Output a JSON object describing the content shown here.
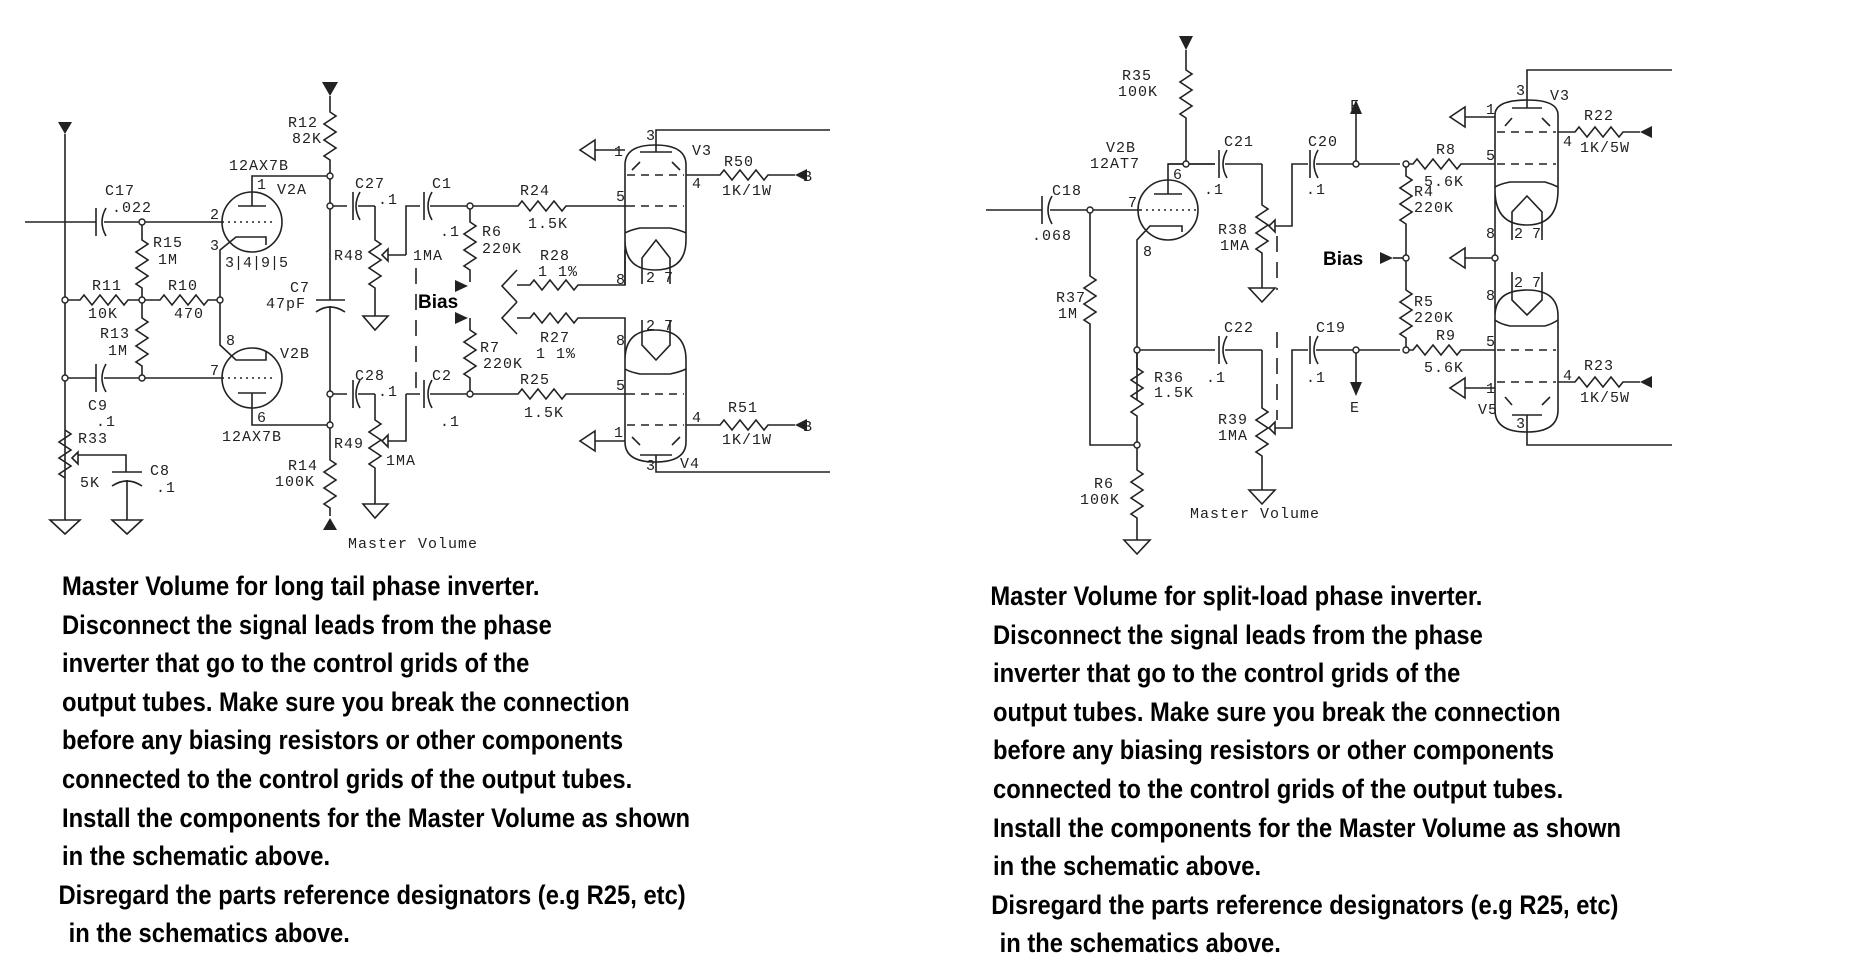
{
  "left_schematic": {
    "title": "Master Volume (long tail phase inverter)",
    "labels": {
      "r12": "R12",
      "r12_val": "82K",
      "tube_top": "12AX7B",
      "v2a": "V2A",
      "c17": "C17",
      "c17_val": ".022",
      "r15": "R15",
      "r15_val": "1M",
      "r11": "R11",
      "r11_val": "10K",
      "r10": "R10",
      "r10_val": "470",
      "r13": "R13",
      "r13_val": "1M",
      "c9": "C9",
      "c9_val": ".1",
      "r33": "R33",
      "r33_val": "5K",
      "c8": "C8",
      "c8_val": ".1",
      "v2b": "V2B",
      "tube_bottom": "12AX7B",
      "c7": "C7",
      "c7_val": "47pF",
      "c27": "C27",
      "c27_val": ".1",
      "c28": "C28",
      "c28_val": ".1",
      "r48": "R48",
      "r48_val": "1MA",
      "r49": "R49",
      "r49_val": "1MA",
      "r14": "R14",
      "r14_val": "100K",
      "c1": "C1",
      "c1_val": ".1",
      "c2": "C2",
      "c2_val": ".1",
      "r6": "R6",
      "r6_val": "220K",
      "r7": "R7",
      "r7_val": "220K",
      "bias": "Bias",
      "r24": "R24",
      "r24_val": "1.5K",
      "r25": "R25",
      "r25_val": "1.5K",
      "r28": "R28",
      "r28_val": "1 1%",
      "r27": "R27",
      "r27_val": "1 1%",
      "v3": "V3",
      "v4": "V4",
      "r50": "R50",
      "r50_val": "1K/1W",
      "r51": "R51",
      "r51_val": "1K/1W",
      "b1": "B",
      "b2": "B",
      "master_volume": "Master Volume",
      "pins": {
        "p1": "1",
        "p2": "2",
        "p3": "3",
        "p3b": "3",
        "p4": "4",
        "p9": "9",
        "p5": "5",
        "p8": "8",
        "p7": "7",
        "p6": "6",
        "v3_1": "1",
        "v3_3": "3",
        "v3_4": "4",
        "v3_5": "5",
        "v3_8": "8",
        "v3_27": "2 7",
        "v4_1": "1",
        "v4_3": "3",
        "v4_4": "4",
        "v4_5": "5",
        "v4_8": "8",
        "v4_27": "2 7"
      }
    }
  },
  "right_schematic": {
    "title": "Master Volume (split-load phase inverter)",
    "labels": {
      "r35": "R35",
      "r35_val": "100K",
      "v2b": "V2B",
      "tube": "12AT7",
      "c18": "C18",
      "c18_val": ".068",
      "c21": "C21",
      "c21_val": ".1",
      "c20": "C20",
      "c20_val": ".1",
      "f": "F",
      "e": "E",
      "r38": "R38",
      "r38_val": "1MA",
      "r39": "R39",
      "r39_val": "1MA",
      "r37": "R37",
      "r37_val": "1M",
      "r36": "R36",
      "r36_val": "1.5K",
      "r6": "R6",
      "r6_val": "100K",
      "c22": "C22",
      "c22_val": ".1",
      "c19": "C19",
      "c19_val": ".1",
      "bias": "Bias",
      "r4": "R4",
      "r4_val": "220K",
      "r5": "R5",
      "r5_val": "220K",
      "r8": "R8",
      "r8_val": "5.6K",
      "r9": "R9",
      "r9_val": "5.6K",
      "v3": "V3",
      "v5": "V5",
      "r22": "R22",
      "r22_val": "1K/5W",
      "r23": "R23",
      "r23_val": "1K/5W",
      "master_volume": "Master Volume",
      "pins": {
        "p6": "6",
        "p7": "7",
        "p8": "8",
        "v3_1": "1",
        "v3_3": "3",
        "v3_4": "4",
        "v3_5": "5",
        "v3_8": "8",
        "v3_27": "2 7",
        "v5_1": "1",
        "v5_3": "3",
        "v5_4": "4",
        "v5_5": "5",
        "v5_8": "8",
        "v5_27": "2 7"
      }
    }
  },
  "left_note": {
    "lines": [
      "Master Volume for long tail phase inverter.",
      "Disconnect the signal leads from the phase",
      "inverter that go to the control grids of the",
      "output tubes. Make sure you break the connection",
      "before any biasing resistors or other components",
      "connected to the control grids of the output tubes.",
      "Install the components for the Master Volume as shown",
      "in the schematic above.",
      "Disregard the parts reference designators (e.g R25, etc)",
      " in the schematics above."
    ]
  },
  "right_note": {
    "lines": [
      "Master Volume for split-load phase inverter.",
      "Disconnect the signal leads from the phase",
      "inverter that go to the control grids of the",
      "output tubes. Make sure you break the connection",
      "before any biasing resistors or other components",
      "connected to the control grids of the output tubes.",
      "Install the components for the Master Volume as shown",
      "in the schematic above.",
      "Disregard the parts reference designators (e.g R25, etc)",
      " in the schematics above."
    ]
  }
}
